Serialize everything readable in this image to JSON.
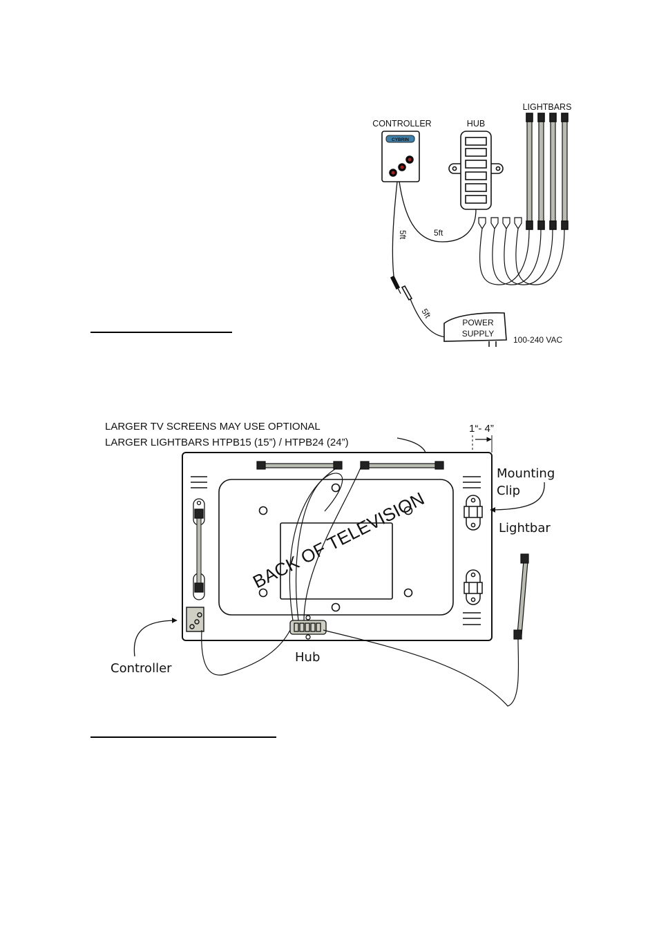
{
  "top_diagram": {
    "controller_label": "CONTROLLER",
    "controller_logo": "CYBRIN",
    "hub_label": "HUB",
    "lightbars_label": "LIGHTBARS",
    "cable_controller_hub": "5ft",
    "cable_controller_down": "5ft",
    "cable_to_power": "5ft",
    "power_supply_line1": "POWER",
    "power_supply_line2": "SUPPLY",
    "voltage": "100-240 VAC"
  },
  "bottom_diagram": {
    "note_line1": "LARGER TV SCREENS MAY USE OPTIONAL",
    "note_line2": "LARGER LIGHTBARS HTPB15 (15”) / HTPB24 (24”)",
    "distance": "1“- 4”",
    "mounting_clip_line1": "Mounting",
    "mounting_clip_line2": "Clip",
    "lightbar_label": "Lightbar",
    "tv_label": "BACK OF TELEVISION",
    "hub_label": "Hub",
    "controller_label": "Controller"
  },
  "icons": [
    "controller-logo",
    "hub-port-icon",
    "mounting-clip-icon",
    "lightbar-icon",
    "vent-slot-icon"
  ],
  "colors": {
    "line": "#111111",
    "lightbar_fill": "#b9bcb0",
    "controller_dot": "#8b1a1a",
    "controller_dot_ring": "#000000"
  }
}
